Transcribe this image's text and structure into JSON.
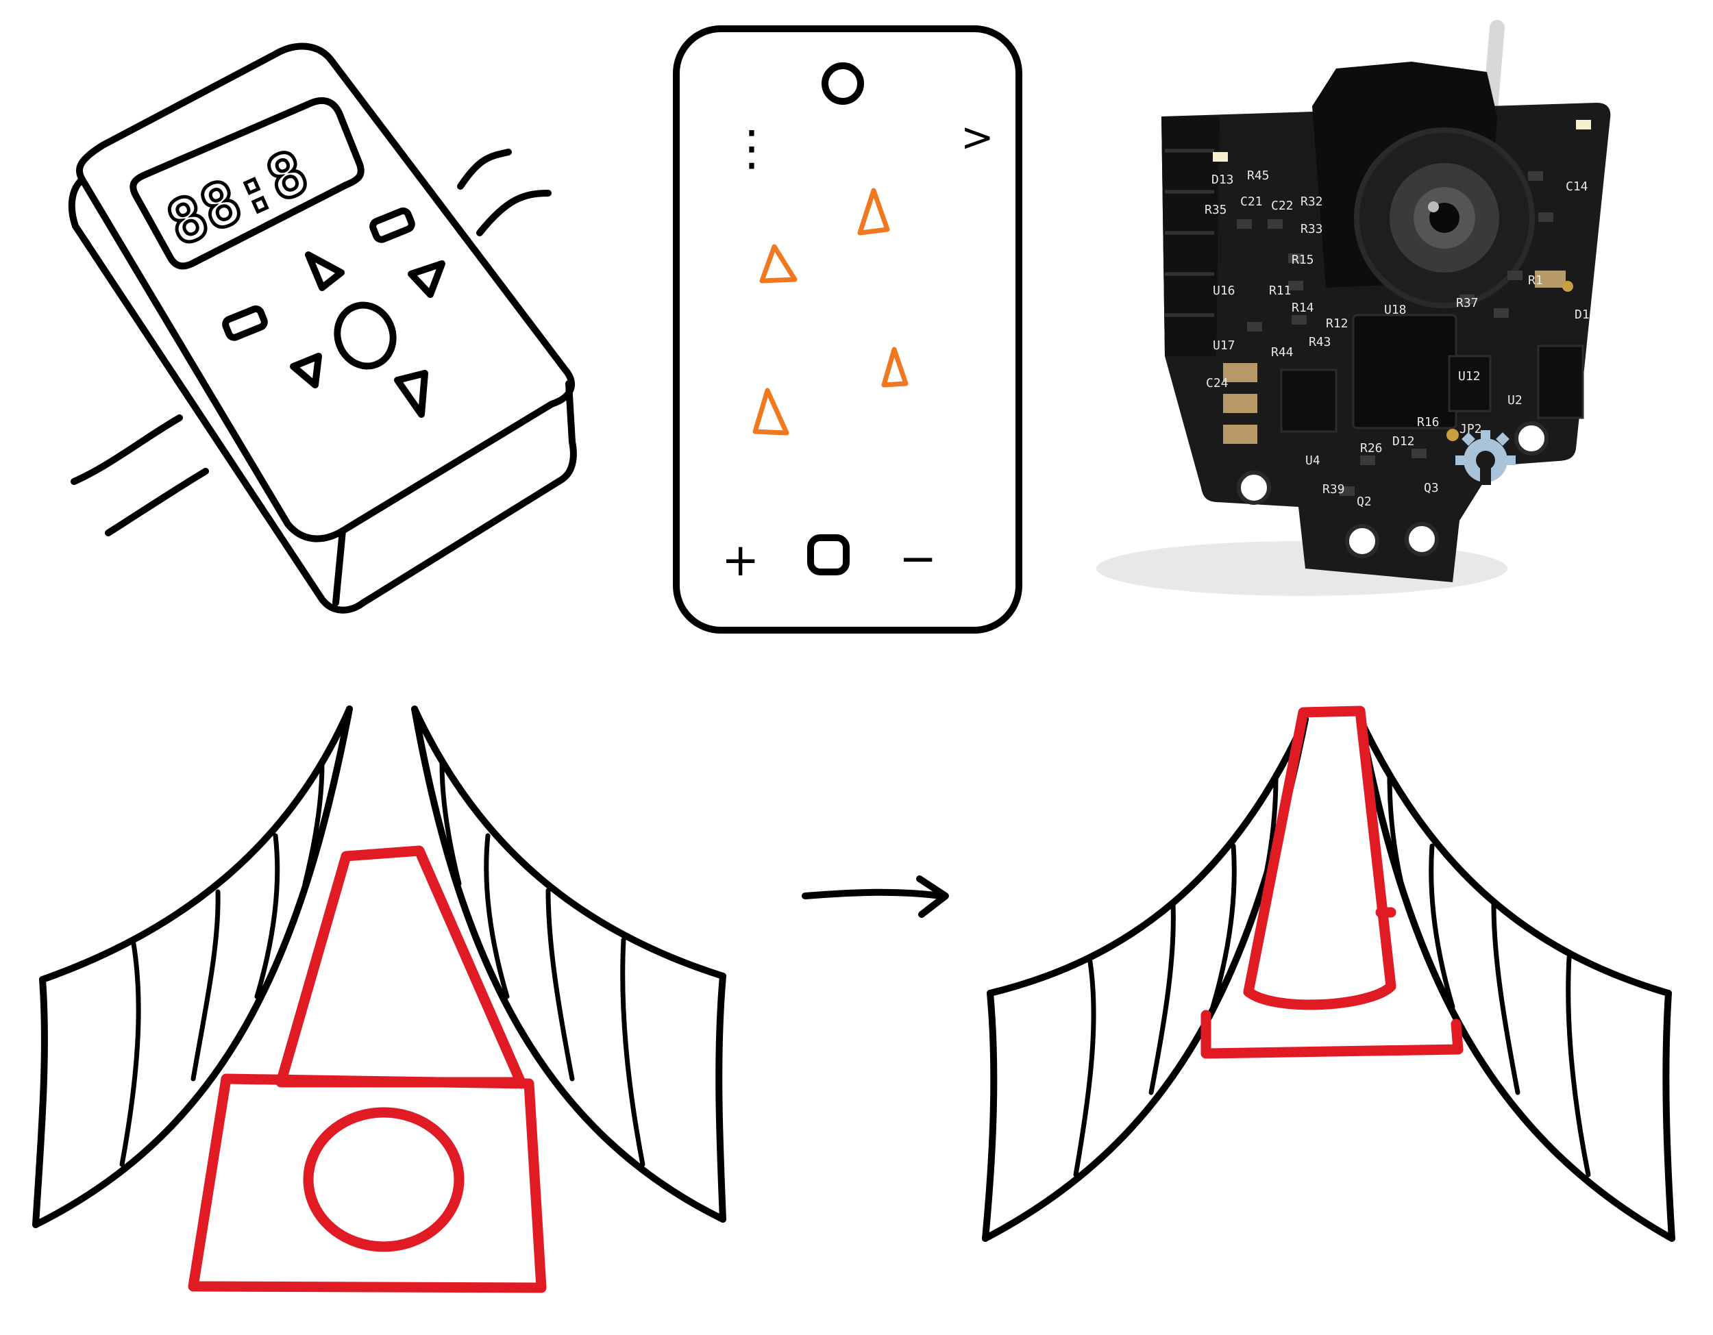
{
  "figure": {
    "colors": {
      "ink": "#000000",
      "highlight_red": "#e01b24",
      "triangle_orange": "#f07820",
      "pcb_board": "#1a1a1a",
      "pcb_silk": "#e8e8e8",
      "copper_pad": "#c8a040"
    },
    "remote": {
      "display_text": "88:8"
    },
    "phone": {
      "menu_glyph": "⋮",
      "next_glyph": ">",
      "plus_glyph": "+",
      "minus_glyph": "−"
    },
    "camera_board": {
      "silk_labels": [
        "D13",
        "R45",
        "R35",
        "C21",
        "C22",
        "R32",
        "R33",
        "R15",
        "U16",
        "R14",
        "R11",
        "R12",
        "U18",
        "R43",
        "R44",
        "R37",
        "U17",
        "U12",
        "U2",
        "U4",
        "R26",
        "D12",
        "R16",
        "R39",
        "Q2",
        "Q3",
        "JP2",
        "C14",
        "D1",
        "C24",
        "R1"
      ]
    },
    "arrow": {
      "icon": "right-arrow-icon"
    }
  }
}
